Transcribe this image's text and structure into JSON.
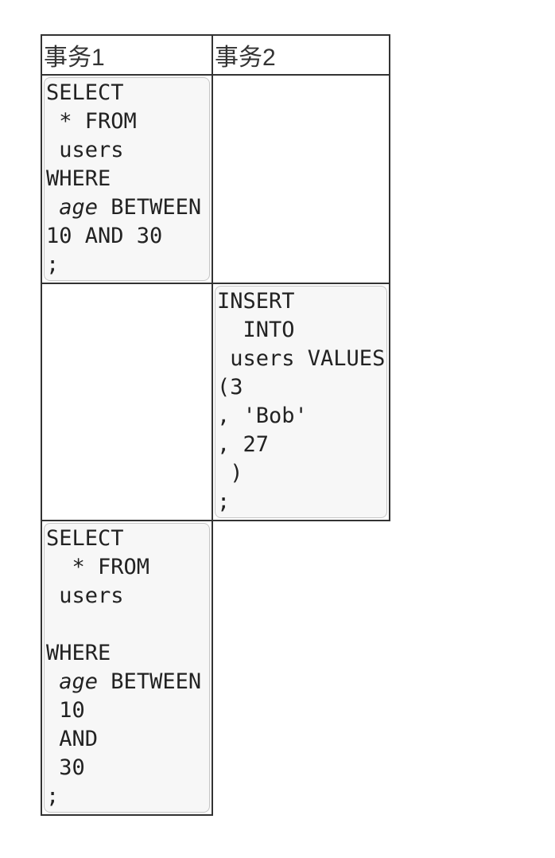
{
  "colors": {
    "table_border": "#333333",
    "code_background": "#f7f7f7",
    "code_border": "#c6c6c6",
    "code_text": "#222222",
    "header_text": "#333333",
    "page_background": "#ffffff"
  },
  "table": {
    "headers": [
      {
        "label": "事务1"
      },
      {
        "label": "事务2"
      }
    ]
  },
  "code_blocks": {
    "txn1_query1": {
      "language": "sql",
      "lines": [
        [
          {
            "t": "SELECT"
          }
        ],
        [
          {
            "t": " * FROM"
          }
        ],
        [
          {
            "t": " users"
          }
        ],
        [
          {
            "t": "WHERE"
          }
        ],
        [
          {
            "t": " "
          },
          {
            "t": "age",
            "i": true
          },
          {
            "t": " BETWEEN"
          }
        ],
        [
          {
            "t": "10 AND 30"
          }
        ],
        [
          {
            "t": ";"
          }
        ]
      ]
    },
    "txn2_insert": {
      "language": "sql",
      "lines": [
        [
          {
            "t": "INSERT"
          }
        ],
        [
          {
            "t": "  INTO"
          }
        ],
        [
          {
            "t": " users VALUES"
          }
        ],
        [
          {
            "t": "(3"
          }
        ],
        [
          {
            "t": ", 'Bob'"
          }
        ],
        [
          {
            "t": ", 27"
          }
        ],
        [
          {
            "t": " )"
          }
        ],
        [
          {
            "t": ";"
          }
        ]
      ]
    },
    "txn1_query2": {
      "language": "sql",
      "lines": [
        [
          {
            "t": "SELECT"
          }
        ],
        [
          {
            "t": "  * FROM"
          }
        ],
        [
          {
            "t": " users"
          }
        ],
        [],
        [
          {
            "t": "WHERE"
          }
        ],
        [
          {
            "t": " "
          },
          {
            "t": "age",
            "i": true
          },
          {
            "t": " BETWEEN"
          }
        ],
        [
          {
            "t": " 10"
          }
        ],
        [
          {
            "t": " AND"
          }
        ],
        [
          {
            "t": " 30"
          }
        ],
        [
          {
            "t": ";"
          }
        ]
      ]
    }
  }
}
